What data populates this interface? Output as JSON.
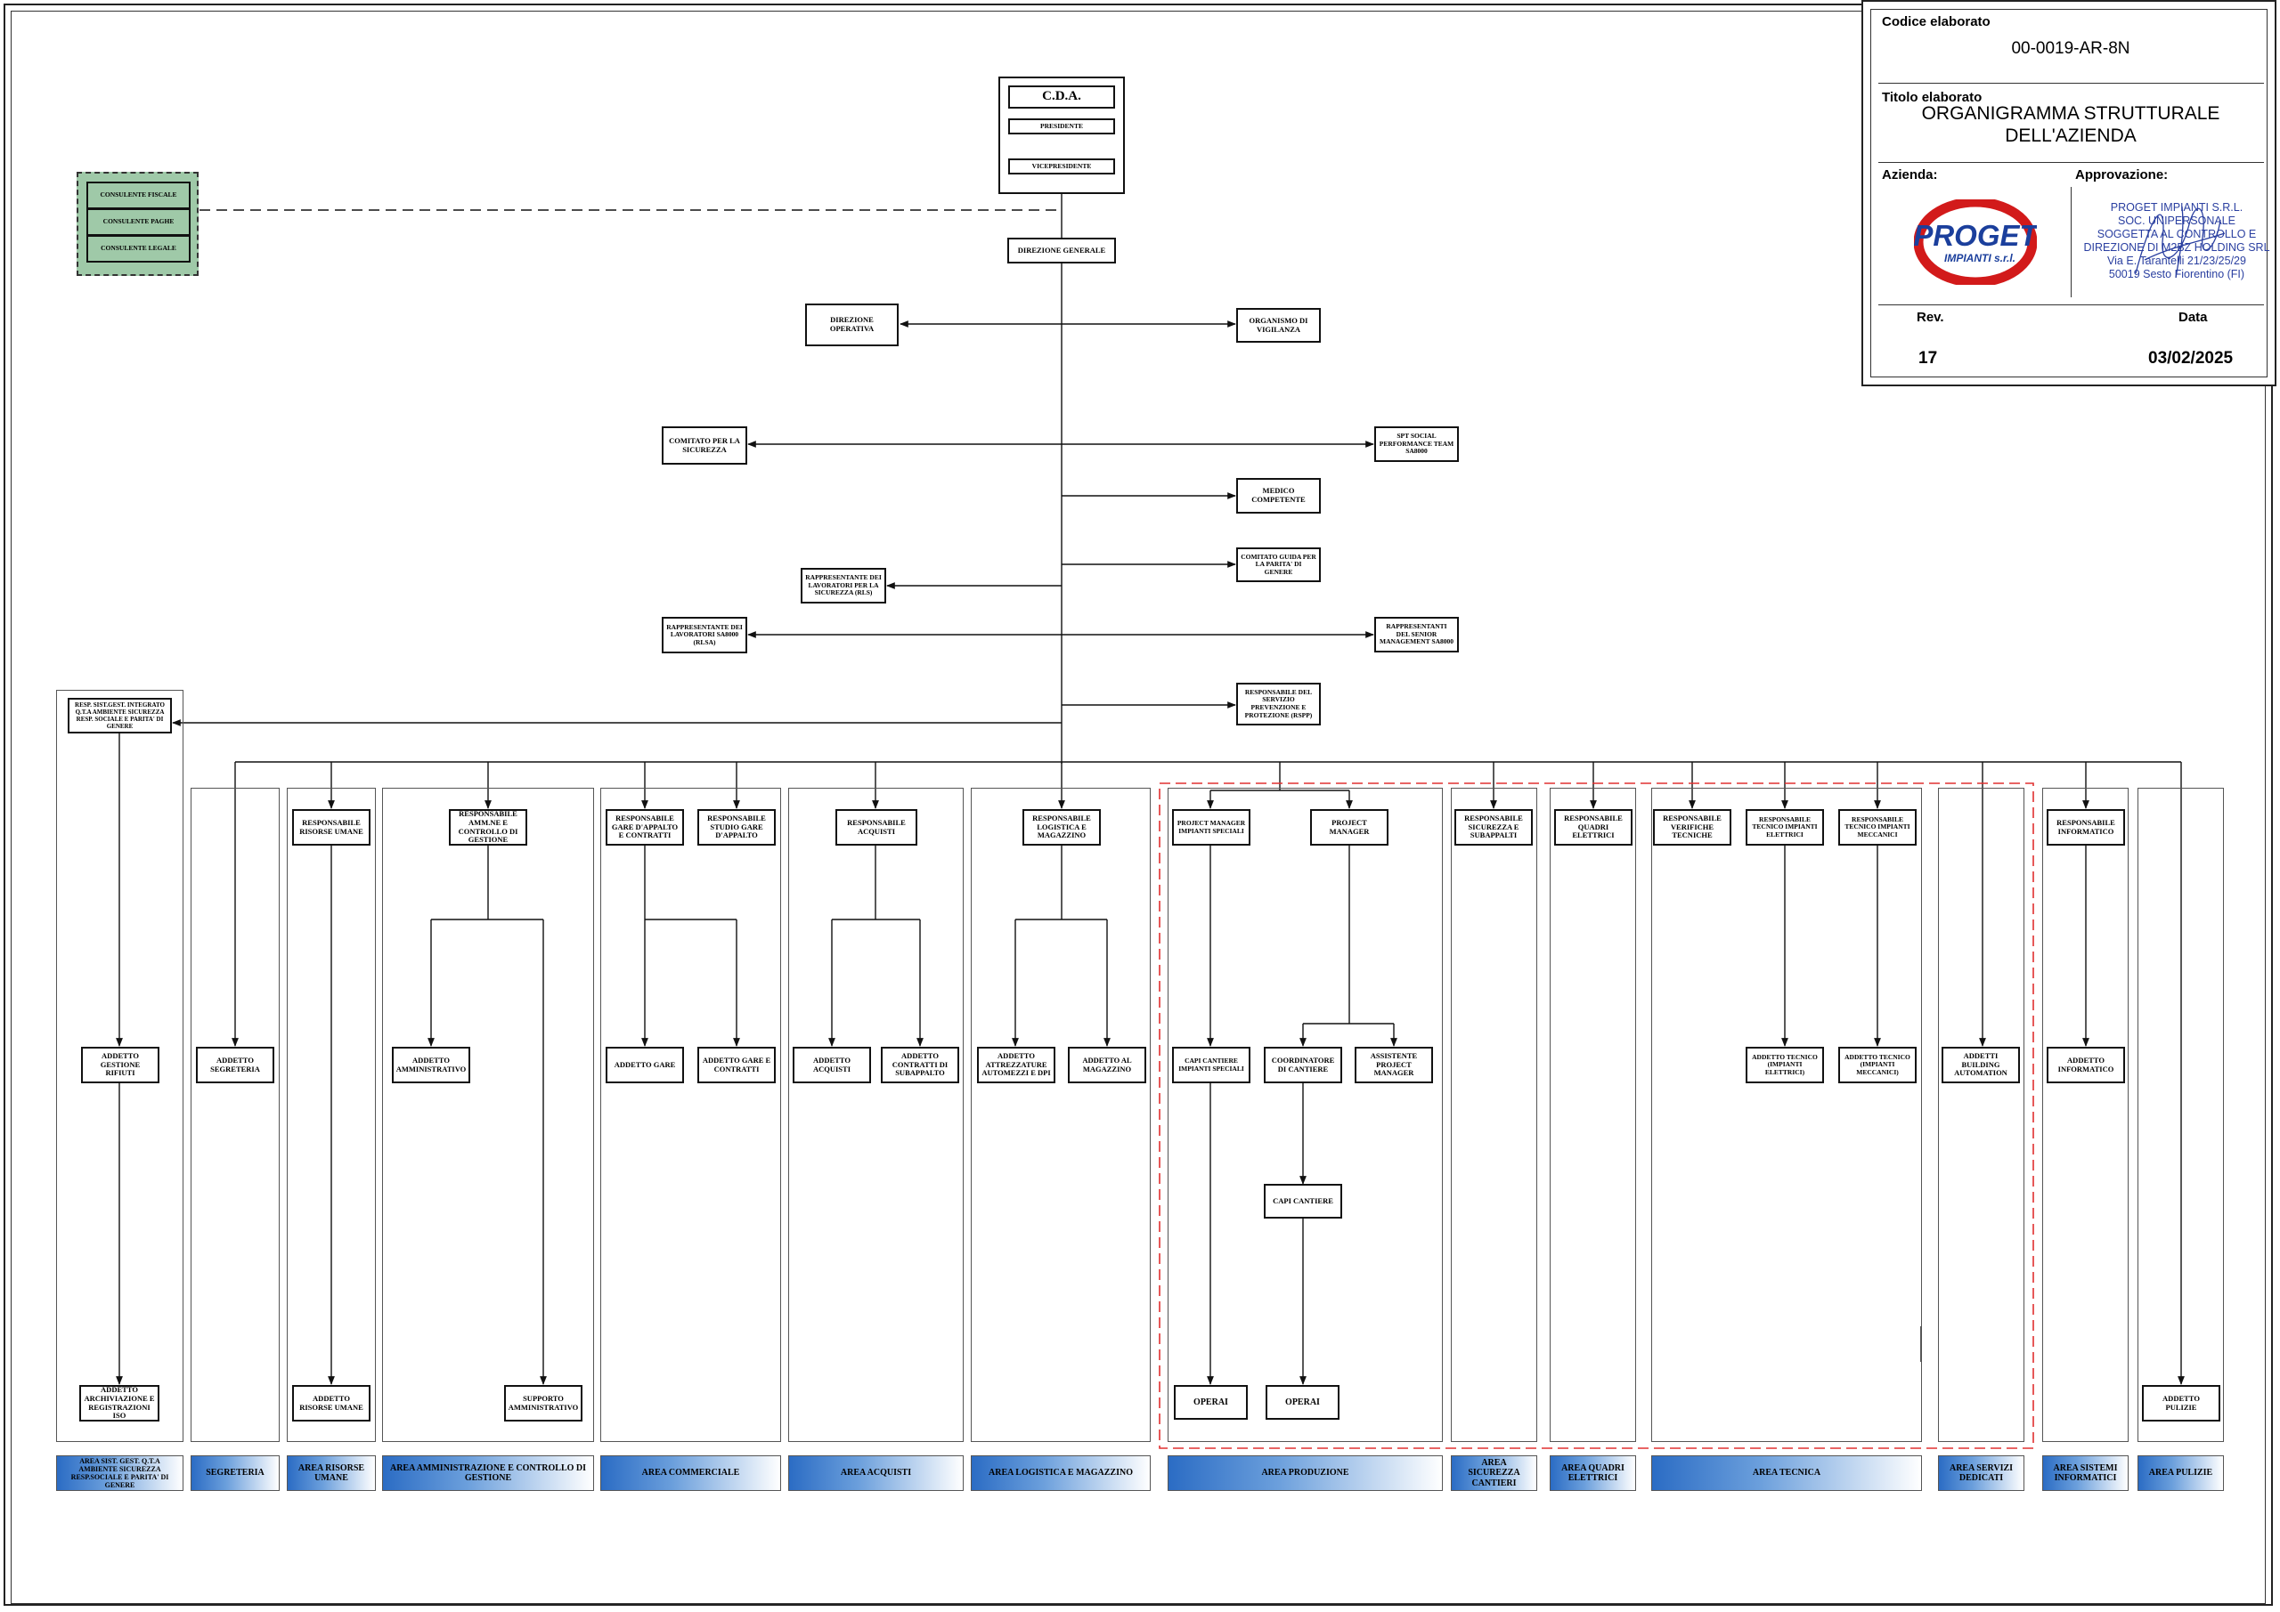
{
  "title_block": {
    "codice_label": "Codice elaborato",
    "codice_value": "00-0019-AR-8N",
    "titolo_label": "Titolo elaborato",
    "titolo_line1": "ORGANIGRAMMA STRUTTURALE",
    "titolo_line2": "DELL'AZIENDA",
    "azienda_label": "Azienda:",
    "approvazione_label": "Approvazione:",
    "logo_line1": "PROGET",
    "logo_line2": "IMPIANTI s.r.l.",
    "stamp_lines": [
      "PROGET IMPIANTI S.R.L.",
      "SOC. UNIPERSONALE",
      "SOGGETTA AL CONTROLLO E",
      "DIREZIONE DI M2BZ HOLDING SRL",
      "Via E. Tarantelli 21/23/25/29",
      "50019 Sesto Fiorentino (FI)"
    ],
    "rev_label": "Rev.",
    "rev_value": "17",
    "data_label": "Data",
    "data_value": "03/02/2025"
  },
  "consultants": [
    "CONSULENTE FISCALE",
    "CONSULENTE PAGHE",
    "CONSULENTE LEGALE"
  ],
  "cda": {
    "title": "C.D.A.",
    "presidente": "PRESIDENTE",
    "vicepresidente": "VICEPRESIDENTE"
  },
  "top": {
    "direzione_generale": "DIREZIONE GENERALE",
    "direzione_operativa": "DIREZIONE OPERATIVA",
    "organismo_vigilanza": "ORGANISMO DI VIGILANZA",
    "comitato_sicurezza": "COMITATO PER LA SICUREZZA",
    "spt": "SPT SOCIAL PERFORMANCE TEAM SA8000",
    "medico": "MEDICO COMPETENTE",
    "comitato_parita": "COMITATO GUIDA PER LA PARITA' DI GENERE",
    "rls": "RAPPRESENTANTE DEI LAVORATORI PER LA SICUREZZA (RLS)",
    "rlsa": "RAPPRESENTANTE DEI LAVORATORI SA8000 (RLSA)",
    "senior": "RAPPRESENTANTI DEL SENIOR MANAGEMENT SA8000",
    "rspp": "RESPONSABILE DEL SERVIZIO PREVENZIONE E PROTEZIONE (RSPP)",
    "resp_sist": "RESP. SIST.GEST. INTEGRATO Q.T.A AMBIENTE SICUREZZA RESP. SOCIALE E PARITA' DI GENERE"
  },
  "roles": {
    "add_gest_rifiuti": "ADDETTO GESTIONE RIFIUTI",
    "add_archiviazione": "ADDETTO ARCHIVIAZIONE E REGISTRAZIONI ISO",
    "add_segreteria": "ADDETTO SEGRETERIA",
    "resp_risorse": "RESPONSABILE RISORSE UMANE",
    "add_risorse": "ADDETTO RISORSE UMANE",
    "resp_amm": "RESPONSABILE AMM.NE E CONTROLLO DI GESTIONE",
    "add_amm": "ADDETTO AMMINISTRATIVO",
    "supporto_amm": "SUPPORTO AMMINISTRATIVO",
    "resp_gare": "RESPONSABILE GARE D'APPALTO E CONTRATTI",
    "resp_studio": "RESPONSABILE STUDIO GARE D'APPALTO",
    "add_gare": "ADDETTO GARE",
    "add_gare_contratti": "ADDETTO GARE E CONTRATTI",
    "resp_acquisti": "RESPONSABILE ACQUISTI",
    "add_acquisti": "ADDETTO ACQUISTI",
    "add_contratti_sub": "ADDETTO CONTRATTI DI SUBAPPALTO",
    "resp_logistica": "RESPONSABILE LOGISTICA E MAGAZZINO",
    "add_attrezzature": "ADDETTO ATTREZZATURE AUTOMEZZI E DPI",
    "add_magazzino": "ADDETTO AL MAGAZZINO",
    "pm_speciali": "PROJECT MANAGER IMPIANTI SPECIALI",
    "pm": "PROJECT MANAGER",
    "capi_speciali": "CAPI CANTIERE IMPIANTI SPECIALI",
    "coord_cantiere": "COORDINATORE DI CANTIERE",
    "assistente_pm": "ASSISTENTE PROJECT MANAGER",
    "capi_cantiere": "CAPI CANTIERE",
    "operai1": "OPERAI",
    "operai2": "OPERAI",
    "resp_sicurezza": "RESPONSABILE SICUREZZA E SUBAPPALTI",
    "resp_quadri": "RESPONSABILE QUADRI ELETTRICI",
    "resp_verifiche": "RESPONSABILE VERIFICHE TECNICHE",
    "resp_tec_el": "RESPONSABILE TECNICO IMPIANTI ELETTRICI",
    "resp_tec_mec": "RESPONSABILE TECNICO IMPIANTI MECCANICI",
    "add_tec_el": "ADDETTO TECNICO (IMPIANTI ELETTRICI)",
    "add_tec_mec": "ADDETTO TECNICO (IMPIANTI MECCANICI)",
    "add_building": "ADDETTI BUILDING AUTOMATION",
    "resp_informatico": "RESPONSABILE INFORMATICO",
    "add_informatico": "ADDETTO INFORMATICO",
    "add_pulizie": "ADDETTO PULIZIE"
  },
  "areas": {
    "sist": "AREA SIST. GEST. Q.T.A AMBIENTE SICUREZZA RESP.SOCIALE E PARITA' DI GENERE",
    "segreteria": "SEGRETERIA",
    "risorse": "AREA RISORSE UMANE",
    "amministrazione": "AREA AMMINISTRAZIONE E CONTROLLO DI GESTIONE",
    "commerciale": "AREA COMMERCIALE",
    "acquisti": "AREA ACQUISTI",
    "logistica": "AREA LOGISTICA E MAGAZZINO",
    "produzione": "AREA PRODUZIONE",
    "sicurezza": "AREA SICUREZZA CANTIERI",
    "quadri": "AREA QUADRI ELETTRICI",
    "tecnica": "AREA TECNICA",
    "servizi": "AREA SERVIZI DEDICATI",
    "informatici": "AREA SISTEMI INFORMATICI",
    "pulizie": "AREA PULIZIE"
  },
  "colors": {
    "consultant_fill": "#9fc9a8",
    "area_gradient_start": "#2b6cc4",
    "production_border": "#e03030",
    "stamp_ink": "#2a3fa0",
    "logo_red": "#d21a1a",
    "logo_blue": "#1b3f9c"
  }
}
